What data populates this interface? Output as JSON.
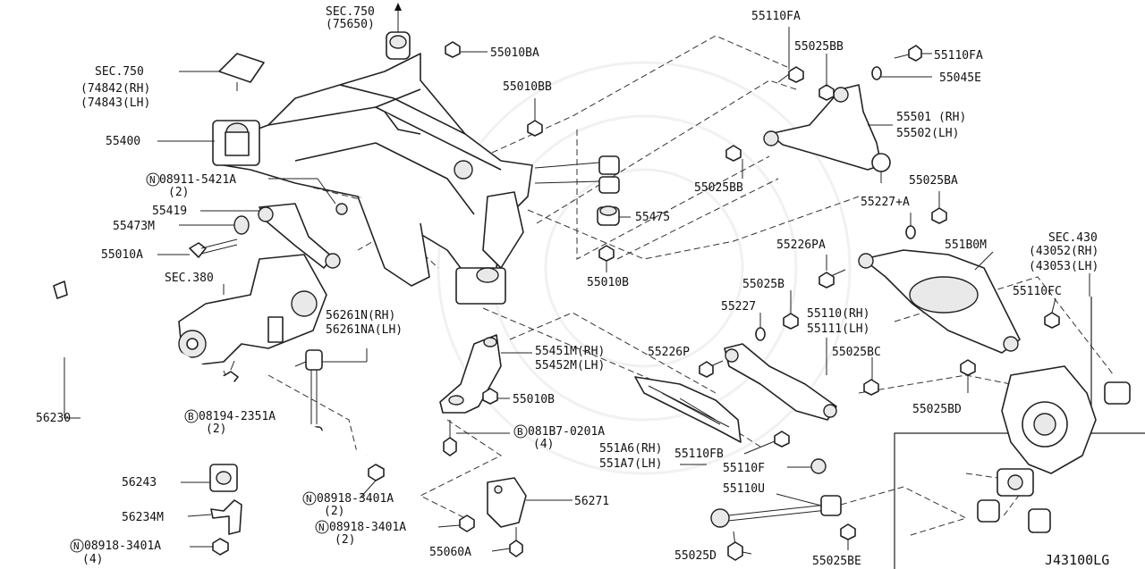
{
  "diagram_code": "J43100LG",
  "labels": {
    "sec750_top": [
      "SEC.750",
      "(75650)"
    ],
    "sec750_left": [
      "SEC.750",
      "(74842(RH)",
      "(74843(LH)"
    ],
    "l55400": "55400",
    "l08911": "08911-5421A",
    "l08911_qty": "(2)",
    "l55419": "55419",
    "l55473m": "55473M",
    "l55010a": "55010A",
    "sec380": "SEC.380",
    "l56230": "56230",
    "l56261": [
      "56261N(RH)",
      "56261NA(LH)"
    ],
    "l08194": "08194-2351A",
    "l08194_qty": "(2)",
    "l56243": "56243",
    "l56234m": "56234M",
    "l08918_a": "08918-3401A",
    "l08918_a_qty": "(4)",
    "l08918_b": "08918-3401A",
    "l08918_b_qty": "(2)",
    "l08918_c": "08918-3401A",
    "l08918_c_qty": "(2)",
    "l55060a": "55060A",
    "l56271": "56271",
    "l55010ba": "55010BA",
    "l55010bb": "55010BB",
    "l55475": "55475",
    "l55010b_top": "55010B",
    "l55451": [
      "55451M(RH)",
      "55452M(LH)"
    ],
    "l55010b_low": "55010B",
    "l081b7": "081B7-0201A",
    "l081b7_qty": "(4)",
    "l551a6": [
      "551A6(RH)",
      "551A7(LH)"
    ],
    "l55110fa_1": "55110FA",
    "l55025bb_1": "55025BB",
    "l55110fa_2": "55110FA",
    "l55045e": "55045E",
    "l55501": [
      "55501 (RH)",
      "55502(LH)"
    ],
    "l55025bb_2": "55025BB",
    "l55025ba": "55025BA",
    "l55227a": "55227+A",
    "l55226pa": "55226PA",
    "l551b0m": "551B0M",
    "sec430": [
      "SEC.430",
      "(43052(RH)",
      "(43053(LH)"
    ],
    "l55025b": "55025B",
    "l55110fc": "55110FC",
    "l55227": "55227",
    "l55110": [
      "55110(RH)",
      "55111(LH)"
    ],
    "l55226p": "55226P",
    "l55025bc": "55025BC",
    "l55025bd": "55025BD",
    "l55110fb": "55110FB",
    "l55110f": "55110F",
    "l55110u": "55110U",
    "l55025d": "55025D",
    "l55025be": "55025BE"
  }
}
